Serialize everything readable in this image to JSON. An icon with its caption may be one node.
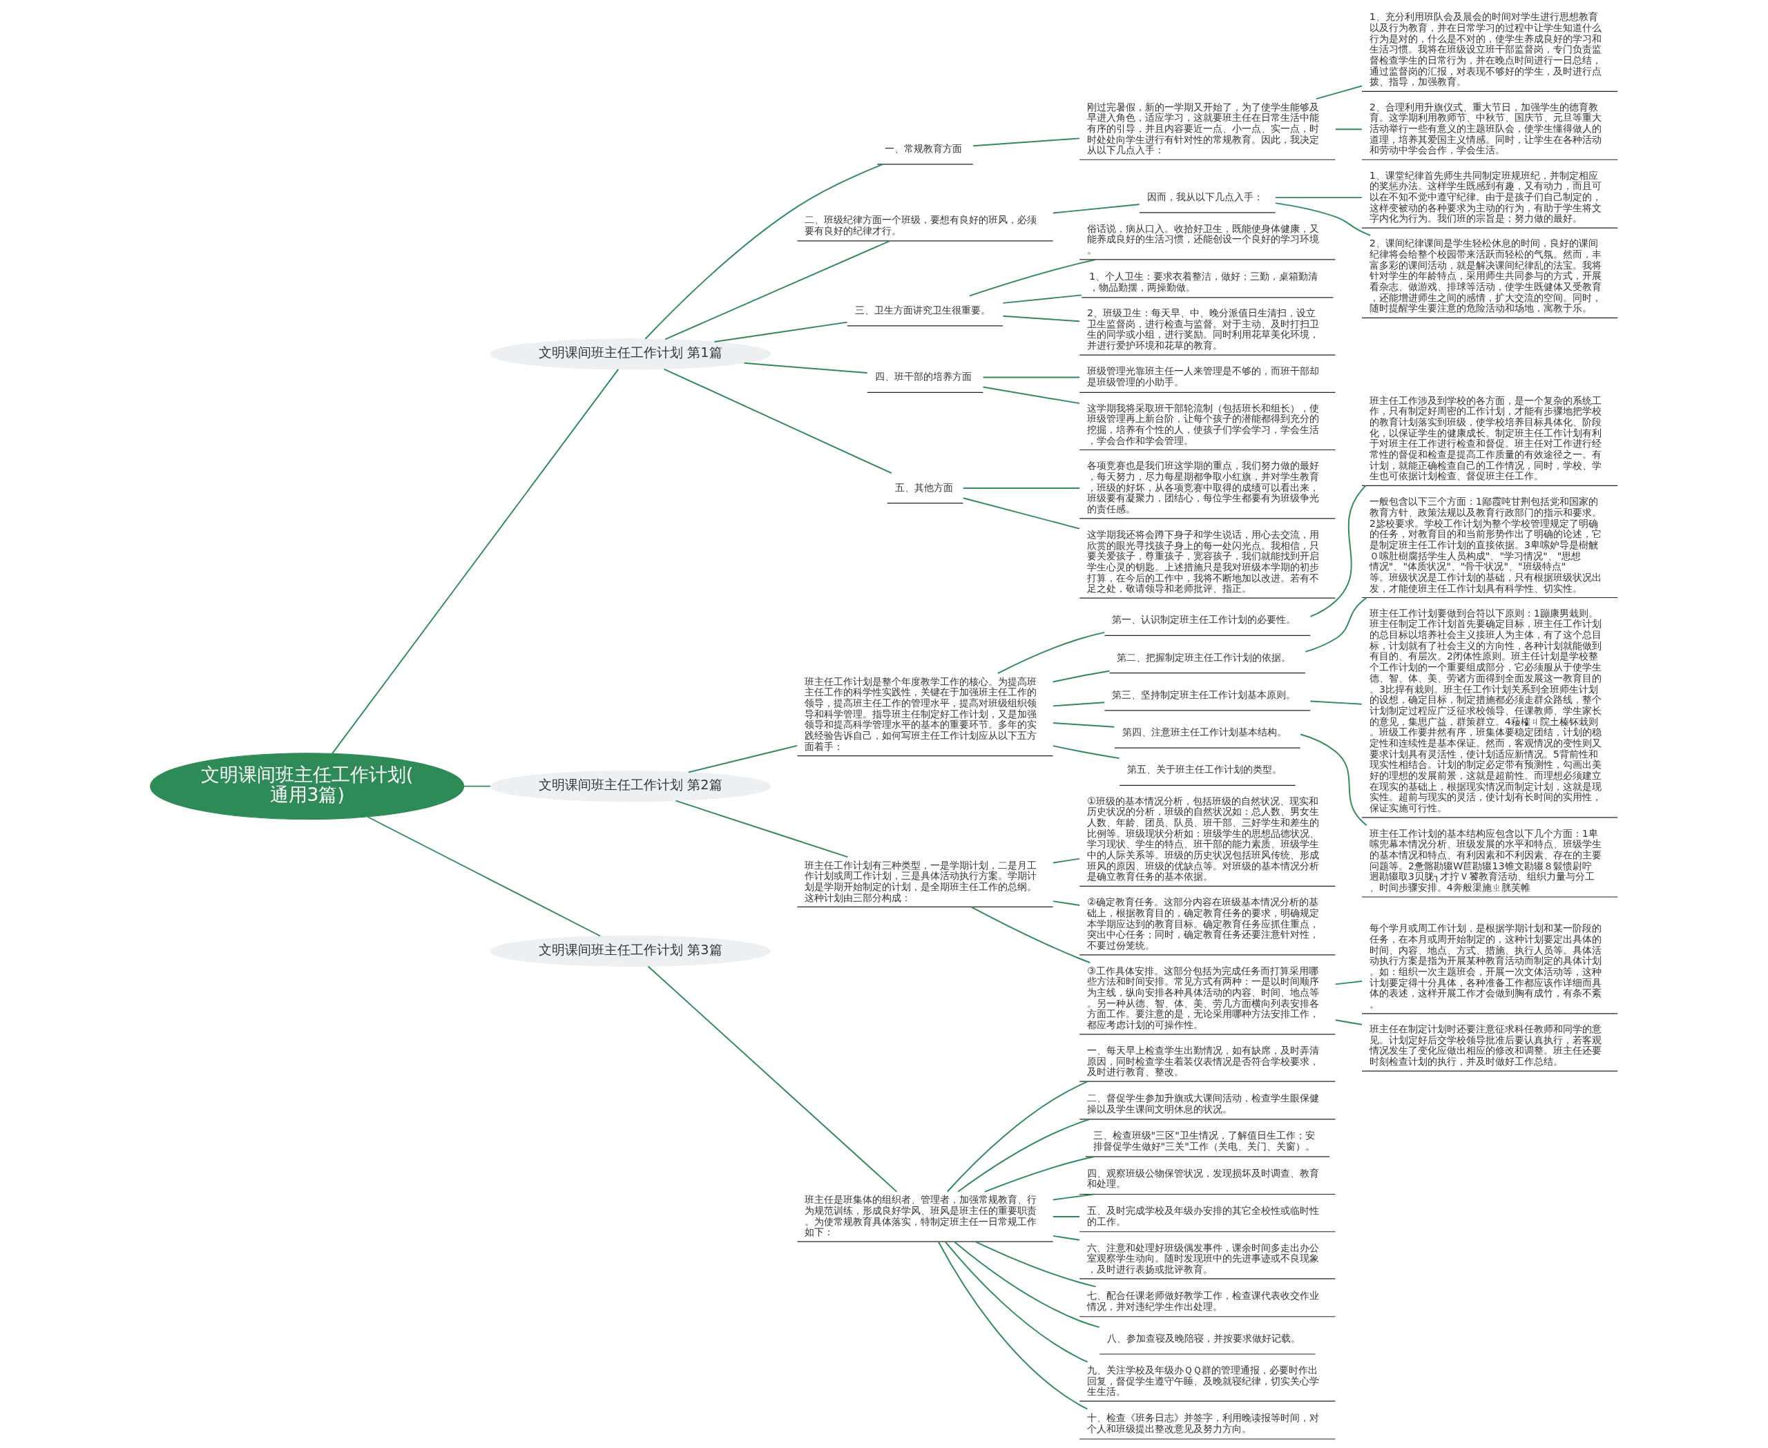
{
  "diagram": {
    "nodes": [
      {
        "text": [
          "文明课间班主任工作计划(通用3篇)"
        ]
      },
      {
        "text": [
          "文明课间班主任工作计划 第1篇"
        ]
      },
      {
        "text": [
          "一、常规教育方面"
        ]
      },
      {
        "text": [
          "刚过完暑假，新的一学期又开始了，为了使学生能够及早进入角色，适应学习，这就要班主任在日常生活中能有序的引导，并且内容要近一点、小一点、实一点，时时处处向学生进行有针对性的常规教育。因此，我决定从以下几点入手："
        ]
      },
      {
        "text": [
          "1、充分利用班队会及晨会的时间对学生进行思想教育以及行为教育，并在日常学习的过程中让学生知道什么行为是对的，什么是不对的，使学生养成良好的学习和生活习惯。我将在班级设立班干部监督岗，专门负责监督检查学生的日常行为，并在晚点时间进行一日总结，通过监督岗的汇报，对表现不够好的学生，及时进行点拨、指导，加强教育。"
        ]
      },
      {
        "text": [
          "2、合理利用升旗仪式、重大节日，加强学生的德育教育。这学期利用教师节、中秋节、国庆节、元旦等重大活动举行一些有意义的主题班队会，使学生懂得做人的道理，培养其爱国主义情感。同时，让学生在各种活动和劳动中学会合作，学会生活。"
        ]
      },
      {
        "text": [
          "二、班级纪律方面一个班级，要想有良好的班风，必须要有良好的纪律才行。"
        ]
      },
      {
        "text": [
          "因而，我从以下几点入手："
        ]
      },
      {
        "text": [
          "1、课堂纪律首先师生共同制定班规班纪，并制定相应的奖惩办法。这样学生既感到有趣，又有动力，而且可以在不知不觉中遵守纪律。由于是孩子们自己制定的，这样变被动的各种要求为主动的行为，有助于学生将文字内化为行为。我们班的宗旨是；努力做的最好。"
        ]
      },
      {
        "text": [
          "2、课间纪律课间是学生轻松休息的时间，良好的课间纪律将会给整个校园带来活跃而轻松的气氛。然而，丰富多彩的课间活动，就是解决课间纪律乱的法宝。我将针对学生的年龄特点，采用师生共同参与的方式，开展看杂志、做游戏、排球等活动，使学生既健体又受教育，还能增进师生之间的感情，扩大交流的空间。同时，随时提醒学生要注意的危险活动和场地，寓教于乐。"
        ]
      },
      {
        "text": [
          "三、卫生方面讲究卫生很重要。"
        ]
      },
      {
        "text": [
          "俗话说，病从口入。收拾好卫生，既能使身体健康，又能养成良好的生活习惯，还能创设一个良好的学习环境。"
        ]
      },
      {
        "text": [
          "1、个人卫生：要求衣着整洁，做好；三勤，桌箱勤清，物品勤摆，两操勤做。"
        ]
      },
      {
        "text": [
          "2、班级卫生：每天早、中、晚分派值日生清扫，设立卫生监督岗，进行检查与监督。对于主动、及时打扫卫生的同学或小组，进行奖励。同时利用花草美化环境，并进行爱护环境和花草的教育。"
        ]
      },
      {
        "text": [
          "四、班干部的培养方面"
        ]
      },
      {
        "text": [
          "班级管理光靠班主任一人来管理是不够的，而班干部却是班级管理的小助手。"
        ]
      },
      {
        "text": [
          "这学期我将采取班干部轮流制（包括班长和组长），使班级管理再上新台阶，让每个孩子的潜能都得到充分的挖掘，培养有个性的人，使孩子们学会学习，学会生活，学会合作和学会管理。"
        ]
      },
      {
        "text": [
          "五、其他方面"
        ]
      },
      {
        "text": [
          "各项竞赛也是我们班这学期的重点，我们努力做的最好，每天努力，尽力每星期都争取小红旗，并对学生教育，班级的好坏，从各项竞赛中取得的成绩可以看出来，班级要有凝聚力，团结心，每位学生都要有为班级争光的责任感。"
        ]
      },
      {
        "text": [
          "这学期我还将会蹲下身子和学生说话，用心去交流，用欣赏的眼光寻找孩子身上的每一处闪光点。我相信，只要关爱孩子，尊重孩子，宽容孩子，我们就能找到开启学生心灵的钥匙。上述措施只是我对班级本学期的初步打算，在今后的工作中，我将不断地加以改进。若有不足之处，敬请领导和老师批评、指正。"
        ]
      },
      {
        "text": [
          "文明课间班主任工作计划 第2篇"
        ]
      },
      {
        "text": [
          "班主任工作计划是整个年度教学工作的核心。为提高班主任工作的科学性实践性，关键在于加强班主任工作的领导，提高班主任工作的管理水平，提高对班级组织领导和科学管理。指导班主任制定好工作计划，又是加强领导和提高科学管理水平的基本的重要环节。多年的实践经验告诉自己，如何写班主任工作计划应从以下五方面着手："
        ]
      },
      {
        "text": [
          "第一、认识制定班主任工作计划的必要性。"
        ]
      },
      {
        "text": [
          "班主任工作涉及到学校的各方面，是一个复杂的系统工作，只有制定好周密的工作计划，才能有步骤地把学校的教育计划落实到班级，使学校培养目标具体化、阶段化，以保证学生的健康成长。制定班主任工作计划有利于对班主任工作进行检查和督促。班主任对工作进行经常性的督促和检查是提高工作质量的有效途径之一。有计划，就能正确检查自己的工作情况，同时，学校、学生也可依据计划检查、督促班主任工作。"
        ]
      },
      {
        "text": [
          "第二、把握制定班主任工作计划的依据。"
        ]
      },
      {
        "text": [
          "一般包含以下三个方面：1鄙霞吨甘荆包括党和国家的教育方针、政策法规以及教育行政部门的指示和要求。2毖校要求。学校工作计划为整个学校管理规定了明确的任务，对教育目的和当前形势作出了明确的论述，它是制定班主任工作计划的直接依据。3卑嗦妒导是樹觥０嗦肚樹腐括学生人员构成\"、\"学习情况\"、\"思想情况\"、\"体质状况\"、\"骨干状况\"、\"班级特点\"等。班级状况是工作计划的基础，只有根据班级状况出发，才能使班主任工作计划具有科学性、切实性。"
        ]
      },
      {
        "text": [
          "第三、坚持制定班主任工作计划基本原则。"
        ]
      },
      {
        "text": [
          "班主任工作计划要做到合符以下原则：1蹦康男栽则。班主任制定工作计划首先要确定目标，班主任工作计划的总目标以培养社会主义接班人为主体，有了这个总目标，计划就有了社会主义的方向性，各种计划就能做到有目的、有层次。2闭体性原则。班主任计划是学校整个工作计划的一个重要组成部分，它必须服从于使学生德、智、体、美、劳诸方面得到全面发展这一教育目的。3比捍有栽则。班主任工作计划关系到全班师生计划的设想，确定目标，制定措施都必须走群众路线，整个计划制定过程应广泛征求校领导、任课教师、学生家长的意见，集思广益，群策群立。4薐榷ㄐ院土榛钚栽则。班级工作要井然有序，班集体要稳定团结，计划的稳定性和连续性是基本保证。然而，客观情况的变性则又要求计划具有灵活性，使计划适应新情况。5背前性和现实性相结合。计划的制定必定带有预测性，勾画出美好的理想的发展前景，这就是超前性。而理想必须建立在现实的基础上，根据现实情况而制定计划，这就是现实性。超前与现实的灵活，使计划有长时间的实用性，保证实施可行性。"
        ]
      },
      {
        "text": [
          "第四、注意班主任工作计划基本结构。"
        ]
      },
      {
        "text": [
          "班主任工作计划的基本结构应包含以下几个方面：1卑嗦兜幕本情况分析、班级发展的水平和特点、班级学生的基本情况和特点、有利因素和不利因素、存在的主要问题等。2惫髂勘辍W苣勘辍13锥文勘辍８鬏愦尉咛迥勘辍取3贝胧┐才拧Ｖ饕教育活动、组织力量与分工、时间步骤安排。4奔般渠施ㄓ胱芙帷"
        ]
      },
      {
        "text": [
          "第五、关于班主任工作计划的类型。"
        ]
      },
      {
        "text": [
          "班主任工作计划有三种类型，一是学期计划，二是月工作计划或周工作计划，三是具体活动执行方案。学期计划是学期开始制定的计划，是全期班主任工作的总纲。这种计划由三部分构成："
        ]
      },
      {
        "text": [
          "①班级的基本情况分析，包括班级的自然状况、现实和历史状况的分析，班级的自然状况如：总人数、男女生人数、年龄、团员、队员、班干部、三好学生和差生的比例等。班级现状分析如：班级学生的思想品德状况、学习现状、学生的特点、班干部的能力素质、班级学生中的人际关系等。班级的历史状况包括班风传统、形成班风的原因、班级的优缺点等。对班级的基本情况分析是确立教育任务的基本依据。"
        ]
      },
      {
        "text": [
          "②确定教育任务。这部分内容在班级基本情况分析的基础上，根据教育目的，确定教育任务的要求，明确规定本学期应达到的教育目标。确定教育任务应抓住重点，突出中心任务；同时，确定教育任务还要注意针对性，不要过份笼统。"
        ]
      },
      {
        "text": [
          "③工作具体安排。这部分包括为完成任务而打算采用哪些方法和时间安排。常见方式有两种：一是以时间顺序为主线，纵向安排各种具体活动的内容、时间、地点等。另一种从德、智、体、美、劳几方面横向列表安排各方面工作。要注意的是，无论采用哪种方法安排工作，都应考虑计划的可操作性。"
        ]
      },
      {
        "text": [
          "每个学月或周工作计划，是根据学期计划和某一阶段的任务，在本月或周开始制定的，这种计划要定出具体的时间、内容、地点、方式、措施、执行人员等。具体活动执行方案是指为开展某种教育活动而制定的具体计划。如：组织一次主题班会，开展一次文体活动等，这种计划要定得十分具体，各种准备工作都应该作详细而具体的表述，这样开展工作才会做到胸有成竹，有条不紊。"
        ]
      },
      {
        "text": [
          "班主任在制定计划时还要注意征求科任教师和同学的意见。计划定好后交学校领导批准后要认真执行，若客观情况发生了变化应做出相应的修改和调整。班主任还要时刻检查计划的执行，并及时做好工作总结。"
        ]
      },
      {
        "text": [
          "文明课间班主任工作计划 第3篇"
        ]
      },
      {
        "text": [
          "班主任是班集体的组织者、管理者，加强常规教育、行为规范训练，形成良好学风、班风是班主任的重要职责。为使常规教育具体落实，特制定班主任一日常规工作如下："
        ]
      },
      {
        "text": [
          "一、每天早上检查学生出勤情况，如有缺席，及时弄清原因，同时检查学生着装仪表情况是否符合学校要求，及时进行教育、整改。"
        ]
      },
      {
        "text": [
          "二、督促学生参加升旗或大课间活动，检查学生眼保健操以及学生课间文明休息的状况。"
        ]
      },
      {
        "text": [
          "三、检查班级\"三区\"卫生情况，了解值日生工作；安排督促学生做好\"三关\"工作（关电、关门、关窗）。"
        ]
      },
      {
        "text": [
          "四、观察班级公物保管状况，发现损坏及时调查、教育和处理。"
        ]
      },
      {
        "text": [
          "五、及时完成学校及年级办安排的其它全校性或临时性的工作。"
        ]
      },
      {
        "text": [
          "六、注意和处理好班级偶发事件，课余时间多走出办公室观察学生动向。随时发现班中的先进事迹或不良现象，及时进行表扬或批评教育。"
        ]
      },
      {
        "text": [
          "七、配合任课老师做好教学工作，检查课代表收交作业情况，并对违纪学生作出处理。"
        ]
      },
      {
        "text": [
          "八、参加查寝及晚陪寝，并按要求做好记载。"
        ]
      },
      {
        "text": [
          "九、关注学校及年级办ＱＱ群的管理通报，必要时作出回复，督促学生遵守午睡、及晚就寝纪律，切实关心学生生活。"
        ]
      },
      {
        "text": [
          "十、检查《班务日志》并签字，利用晚读报等时间，对个人和班级提出整改意见及努力方向。"
        ]
      }
    ],
    "edges": [
      {
        "from": 0,
        "to": 1,
        "arrow": "none"
      },
      {
        "from": 1,
        "to": 2,
        "arrow": "none"
      },
      {
        "from": 2,
        "to": 3,
        "arrow": "none"
      },
      {
        "from": 3,
        "to": 4,
        "arrow": "none"
      },
      {
        "from": 3,
        "to": 5,
        "arrow": "none"
      },
      {
        "from": 1,
        "to": 6,
        "arrow": "none"
      },
      {
        "from": 6,
        "to": 7,
        "arrow": "none"
      },
      {
        "from": 7,
        "to": 8,
        "arrow": "none"
      },
      {
        "from": 7,
        "to": 9,
        "arrow": "none"
      },
      {
        "from": 1,
        "to": 10,
        "arrow": "none"
      },
      {
        "from": 10,
        "to": 11,
        "arrow": "none"
      },
      {
        "from": 10,
        "to": 12,
        "arrow": "none"
      },
      {
        "from": 10,
        "to": 13,
        "arrow": "none"
      },
      {
        "from": 1,
        "to": 14,
        "arrow": "none"
      },
      {
        "from": 14,
        "to": 15,
        "arrow": "none"
      },
      {
        "from": 14,
        "to": 16,
        "arrow": "none"
      },
      {
        "from": 1,
        "to": 17,
        "arrow": "none"
      },
      {
        "from": 17,
        "to": 18,
        "arrow": "none"
      },
      {
        "from": 17,
        "to": 19,
        "arrow": "none"
      },
      {
        "from": 0,
        "to": 20,
        "arrow": "none"
      },
      {
        "from": 20,
        "to": 21,
        "arrow": "none"
      },
      {
        "from": 21,
        "to": 22,
        "arrow": "none"
      },
      {
        "from": 22,
        "to": 23,
        "arrow": "none"
      },
      {
        "from": 21,
        "to": 24,
        "arrow": "none"
      },
      {
        "from": 24,
        "to": 25,
        "arrow": "none"
      },
      {
        "from": 21,
        "to": 26,
        "arrow": "none"
      },
      {
        "from": 26,
        "to": 27,
        "arrow": "none"
      },
      {
        "from": 21,
        "to": 28,
        "arrow": "none"
      },
      {
        "from": 28,
        "to": 29,
        "arrow": "none"
      },
      {
        "from": 21,
        "to": 30,
        "arrow": "none"
      },
      {
        "from": 20,
        "to": 31,
        "arrow": "none"
      },
      {
        "from": 31,
        "to": 32,
        "arrow": "none"
      },
      {
        "from": 31,
        "to": 33,
        "arrow": "none"
      },
      {
        "from": 31,
        "to": 34,
        "arrow": "none"
      },
      {
        "from": 34,
        "to": 35,
        "arrow": "none"
      },
      {
        "from": 34,
        "to": 36,
        "arrow": "none"
      },
      {
        "from": 0,
        "to": 37,
        "arrow": "none"
      },
      {
        "from": 37,
        "to": 38,
        "arrow": "none"
      },
      {
        "from": 38,
        "to": 39,
        "arrow": "none"
      },
      {
        "from": 38,
        "to": 40,
        "arrow": "none"
      },
      {
        "from": 38,
        "to": 41,
        "arrow": "none"
      },
      {
        "from": 38,
        "to": 42,
        "arrow": "none"
      },
      {
        "from": 38,
        "to": 43,
        "arrow": "none"
      },
      {
        "from": 38,
        "to": 44,
        "arrow": "none"
      },
      {
        "from": 38,
        "to": 45,
        "arrow": "none"
      },
      {
        "from": 38,
        "to": 46,
        "arrow": "none"
      },
      {
        "from": 38,
        "to": 47,
        "arrow": "none"
      },
      {
        "from": 38,
        "to": 48,
        "arrow": "none"
      }
    ]
  }
}
